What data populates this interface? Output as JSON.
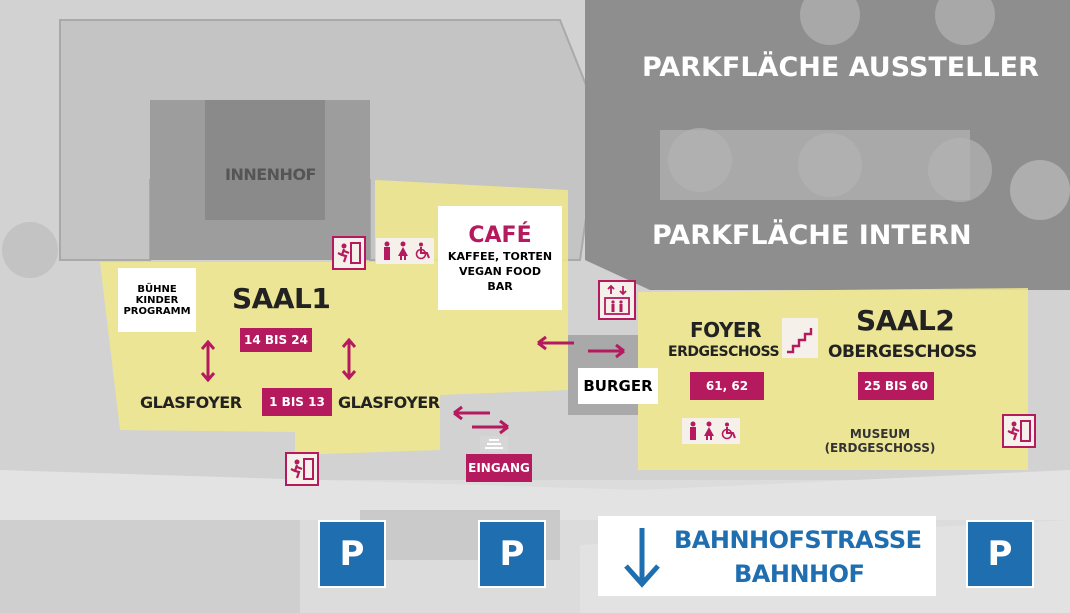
{
  "map": {
    "areas": {
      "innenhof": "INNENHOF",
      "parking_exhibitors": "PARKFLÄCHE AUSSTELLER",
      "parking_internal": "PARKFLÄCHE INTERN"
    },
    "saal1": {
      "title": "SAAL1",
      "range": "14 BIS 24",
      "stage": [
        "BÜHNE",
        "KINDER",
        "PROGRAMM"
      ]
    },
    "glasfoyer": {
      "left": "GLASFOYER",
      "right": "GLASFOYER",
      "range": "1 BIS 13"
    },
    "cafe": {
      "title": "CAFÉ",
      "lines": [
        "KAFFEE, TORTEN",
        "VEGAN FOOD",
        "BAR"
      ]
    },
    "burger": "BURGER",
    "entrance": "EINGANG",
    "foyer": {
      "title": "FOYER",
      "subtitle": "ERDGESCHOSS",
      "range": "61, 62"
    },
    "saal2": {
      "title": "SAAL2",
      "subtitle": "OBERGESCHOSS",
      "range": "25 BIS 60"
    },
    "museum": [
      "MUSEUM",
      "(ERDGESCHOSS)"
    ],
    "street": {
      "name": "BAHNHOFSTRASSE",
      "sub": "BAHNHOF"
    },
    "parking_symbol": "P",
    "icons": [
      "emergency-exit-icon",
      "toilets-icon",
      "wheelchair-icon",
      "elevator-icon",
      "stairs-icon",
      "double-arrow-icon",
      "down-arrow-icon"
    ],
    "colors": {
      "highlight": "#f1e98c",
      "accent": "#b51a5e",
      "parking": "#1f6fb0",
      "street": "#1f6fb0"
    }
  }
}
